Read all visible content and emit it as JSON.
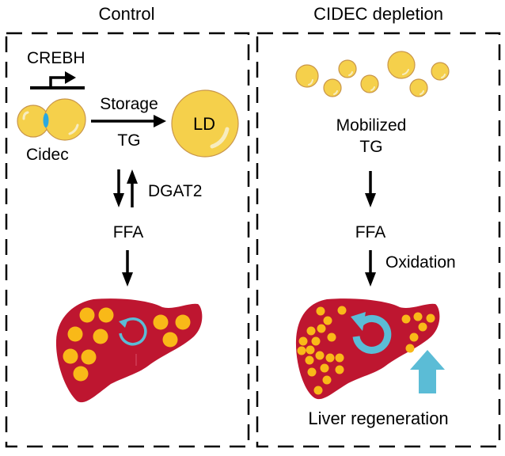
{
  "colors": {
    "droplet_fill": "#f5d04b",
    "droplet_stroke": "#c9964a",
    "droplet_highlight": "#f7ecc0",
    "liver": "#be1630",
    "lipid_spot": "#f9b918",
    "cycle_blue": "#5bbcd6",
    "junction_blue": "#2aa9e0",
    "text": "#000000"
  },
  "panels": {
    "control": {
      "title": "Control",
      "gene": "CREBH",
      "protein": "Cidec",
      "process_top": "Storage",
      "process_bottom": "TG",
      "droplet_label": "LD",
      "enzyme": "DGAT2",
      "metabolite": "FFA"
    },
    "depletion": {
      "title": "CIDEC  depletion",
      "line1": "Mobilized",
      "line2": "TG",
      "metabolite": "FFA",
      "process": "Oxidation",
      "outcome": "Liver regeneration"
    }
  }
}
